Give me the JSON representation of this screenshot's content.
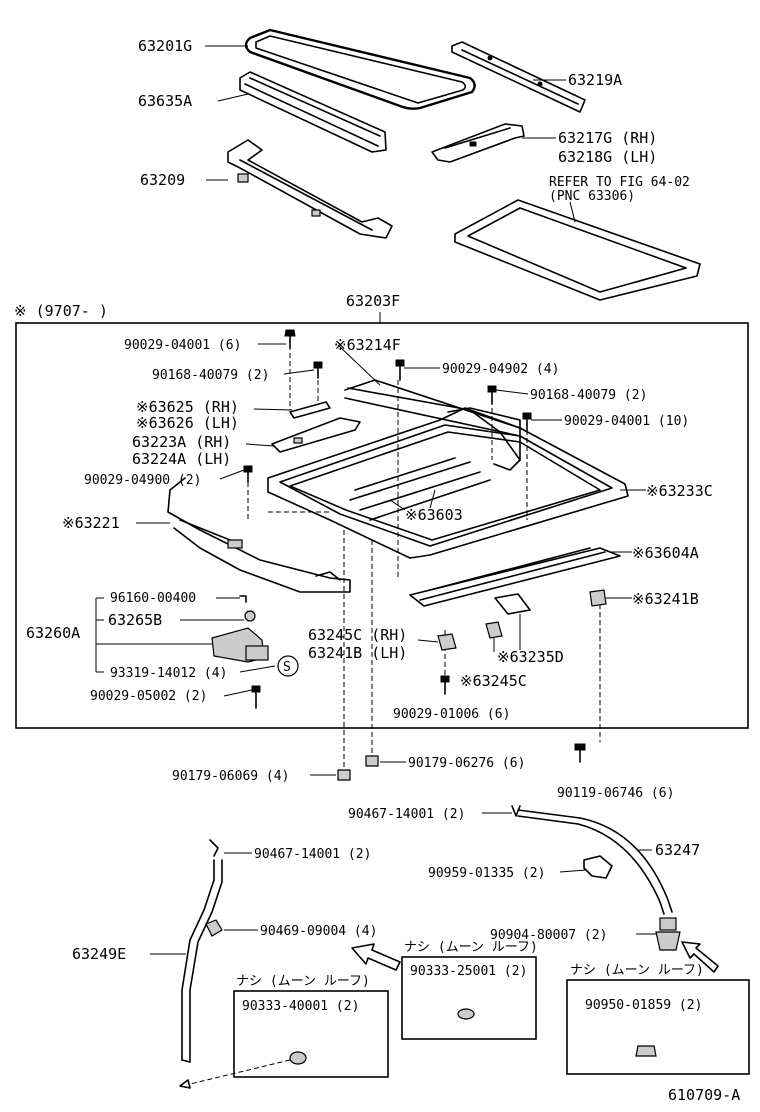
{
  "parts_top": {
    "p63201G": "63201G",
    "p63635A": "63635A",
    "p63219A": "63219A",
    "p63217G": "63217G (RH)",
    "p63218G": "63218G (LH)",
    "p63209": "63209",
    "refer1": "REFER TO FIG 64-02",
    "refer2": "(PNC 63306)"
  },
  "frame": {
    "note": "※ (9707-     )",
    "p63203F": "63203F"
  },
  "parts_frame": {
    "b90029_04001_6": "90029-04001 (6)",
    "s63214F": "※63214F",
    "b90168_40079_a": "90168-40079 (2)",
    "b90029_04902": "90029-04902 (4)",
    "b90168_40079_b": "90168-40079 (2)",
    "s63625": "※63625 (RH)",
    "s63626": "※63626 (LH)",
    "b90029_04001_10": "90029-04001 (10)",
    "p63223A": "63223A (RH)",
    "p63224A": "63224A (LH)",
    "b90029_04900": "90029-04900 (2)",
    "s63233C": "※63233C",
    "s63221": "※63221",
    "s63603": "※63603",
    "s63604A": "※63604A",
    "b96160_00400": "96160-00400",
    "p63265B": "63265B",
    "p63260A": "63260A",
    "b93319_14012": "93319-14012 (4)",
    "s_mark": "S",
    "b90029_05002": "90029-05002 (2)",
    "p63245C_rh": "63245C (RH)",
    "p63241B_lh": "63241B (LH)",
    "s63235D": "※63235D",
    "s63241B": "※63241B",
    "s63245C": "※63245C",
    "b90029_01006": "90029-01006 (6)"
  },
  "parts_bottom": {
    "b90179_06069": "90179-06069 (4)",
    "b90179_06276": "90179-06276 (6)",
    "b90119_06746": "90119-06746 (6)",
    "b90467_14001_a": "90467-14001 (2)",
    "p63247": "63247",
    "b90467_14001_b": "90467-14001 (2)",
    "b90959_01335": "90959-01335 (2)",
    "b90469_09004": "90469-09004 (4)",
    "b90904_80007": "90904-80007 (2)",
    "p63249E": "63249E",
    "nashi1": "ナシ (ムーン ルーフ)",
    "b90333_25001": "90333-25001 (2)",
    "nashi2": "ナシ (ムーン ルーフ)",
    "b90333_40001": "90333-40001 (2)",
    "nashi3": "ナシ (ムーン ルーフ)",
    "b90950_01859": "90950-01859 (2)"
  },
  "figure_id": "610709-A"
}
